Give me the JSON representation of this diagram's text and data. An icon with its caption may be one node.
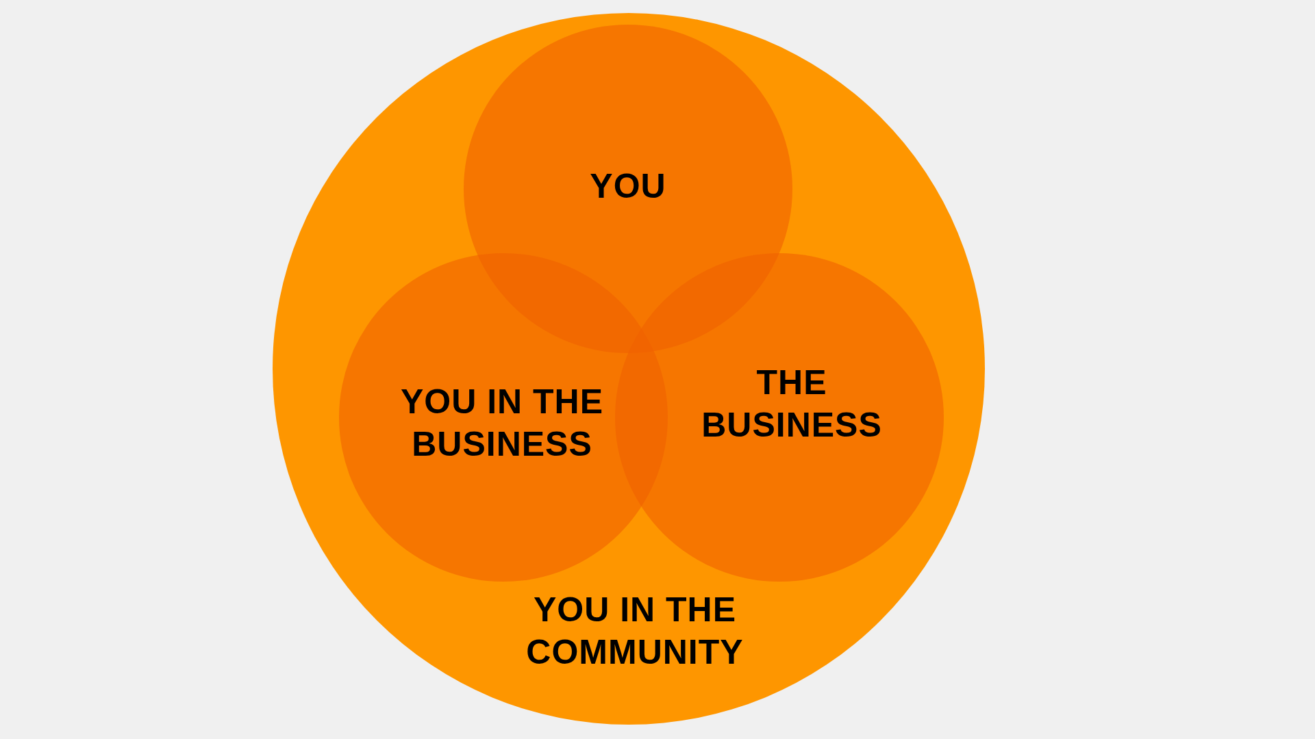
{
  "diagram": {
    "nodes": [
      {
        "text": [
          "YOU IN THE COMMUNITY"
        ]
      },
      {
        "text": [
          "YOU"
        ],
        "in": 0
      },
      {
        "text": [
          "YOU IN THE BUSINESS"
        ],
        "in": 0
      },
      {
        "text": [
          "THE BUSINESS"
        ],
        "in": 0
      }
    ]
  }
}
